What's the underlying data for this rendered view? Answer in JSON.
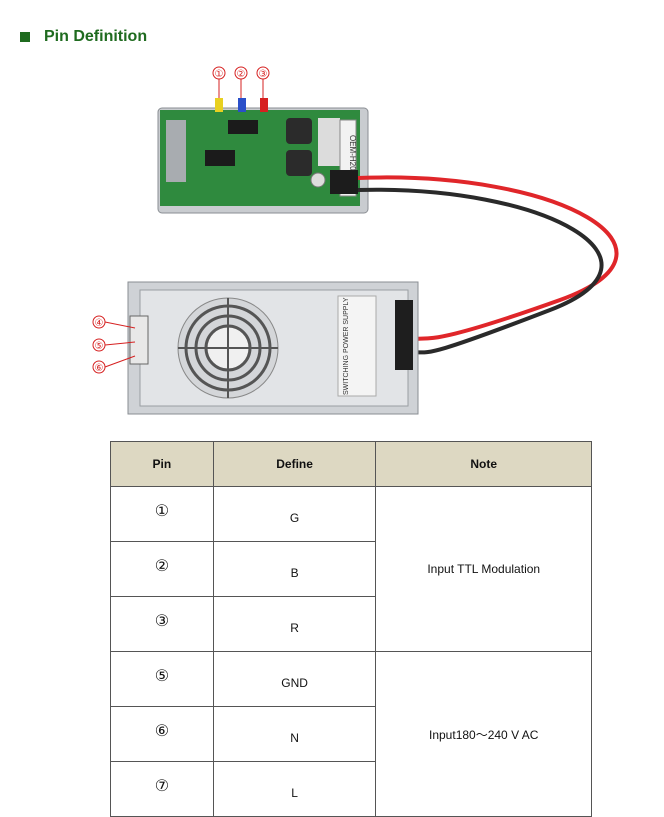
{
  "section": {
    "title": "Pin Definition"
  },
  "figure": {
    "callouts_top": [
      "①",
      "②",
      "③"
    ],
    "callouts_left": [
      "④",
      "⑤",
      "⑥"
    ],
    "board_label": "OEM-H20",
    "psu_label": "SWITCHING POWER SUPPLY"
  },
  "table": {
    "headers": [
      "Pin",
      "Define",
      "Note"
    ],
    "rows": [
      {
        "pin": "①",
        "define": "G"
      },
      {
        "pin": "②",
        "define": "B"
      },
      {
        "pin": "③",
        "define": "R"
      },
      {
        "pin": "⑤",
        "define": "GND"
      },
      {
        "pin": "⑥",
        "define": "N"
      },
      {
        "pin": "⑦",
        "define": "L"
      }
    ],
    "notes": [
      "Input TTL Modulation",
      "Input180～240 V   AC"
    ]
  },
  "colors": {
    "accent": "#1f6b1f",
    "header_bg": "#ddd8c2",
    "wire_red": "#e0262a",
    "wire_black": "#2a2a2a"
  }
}
